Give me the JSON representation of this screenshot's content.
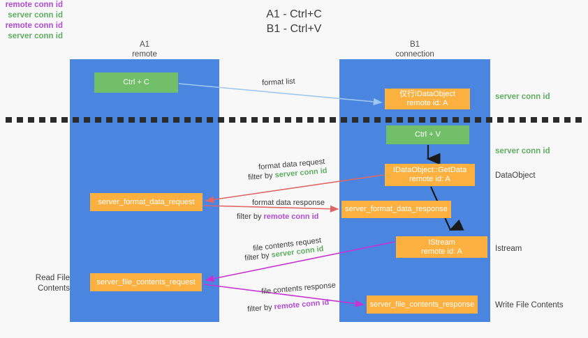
{
  "title": {
    "line1": "A1 - Ctrl+C",
    "line2": "B1 - Ctrl+V"
  },
  "lanes": [
    {
      "name": "A1",
      "sub": "remote",
      "color": "#4a86e0"
    },
    {
      "name": "B1",
      "sub": "connection",
      "color": "#4a86e0"
    }
  ],
  "nodes": {
    "ctrl_c": "Ctrl + C",
    "ctrl_v": "Ctrl + V",
    "idataobject_l1": "仅行IDataObject",
    "idataobject_l2": "remote id: A",
    "getdata_l1": "IDataObject::GetData",
    "getdata_l2": "remote id: A",
    "istream_l1": "IStream",
    "istream_l2": "remote id: A",
    "server_format_data_request": "server_format_data_request",
    "server_format_data_response": "server_format_data_response",
    "server_file_contents_request": "server_file_contents_request",
    "server_file_contents_response": "server_file_contents_response"
  },
  "side_labels": {
    "server_conn_id_top": "server conn id",
    "server_conn_id_mid": "server conn id",
    "data_object": "DataObject",
    "istream": "Istream",
    "write_file_contents": "Write File Contents",
    "read_file_contents": "Read File Contents",
    "remote_conn_id_1": "remote conn id",
    "server_conn_id_1": "server conn id",
    "remote_conn_id_2": "remote conn id",
    "server_conn_id_2": "server conn id"
  },
  "edges": {
    "format_list": "format list",
    "format_data_request": "format data request",
    "format_data_request_filter_prefix": "filter by ",
    "format_data_request_filter_value": "server conn id",
    "format_data_response": "format data response",
    "format_data_response_filter_prefix": "filter by ",
    "format_data_response_filter_value": "remote conn id",
    "file_contents_request": "file contents request",
    "file_contents_request_filter_prefix": "filter by ",
    "file_contents_request_filter_value": "server conn id",
    "file_contents_response": "file contents response",
    "file_contents_response_filter_prefix": "filter by ",
    "file_contents_response_filter_value": "remote conn id"
  },
  "colors": {
    "lane_blue": "#4a86e0",
    "green_box": "#72bf6a",
    "orange_box": "#fbb040",
    "arrow_light_blue": "#9fc8f0",
    "arrow_red": "#e06666",
    "arrow_magenta": "#c832d2",
    "arrow_black": "#1a1a1a",
    "text_green": "#5fae61",
    "text_purple": "#b24bd6",
    "background": "#f8f8f8"
  }
}
